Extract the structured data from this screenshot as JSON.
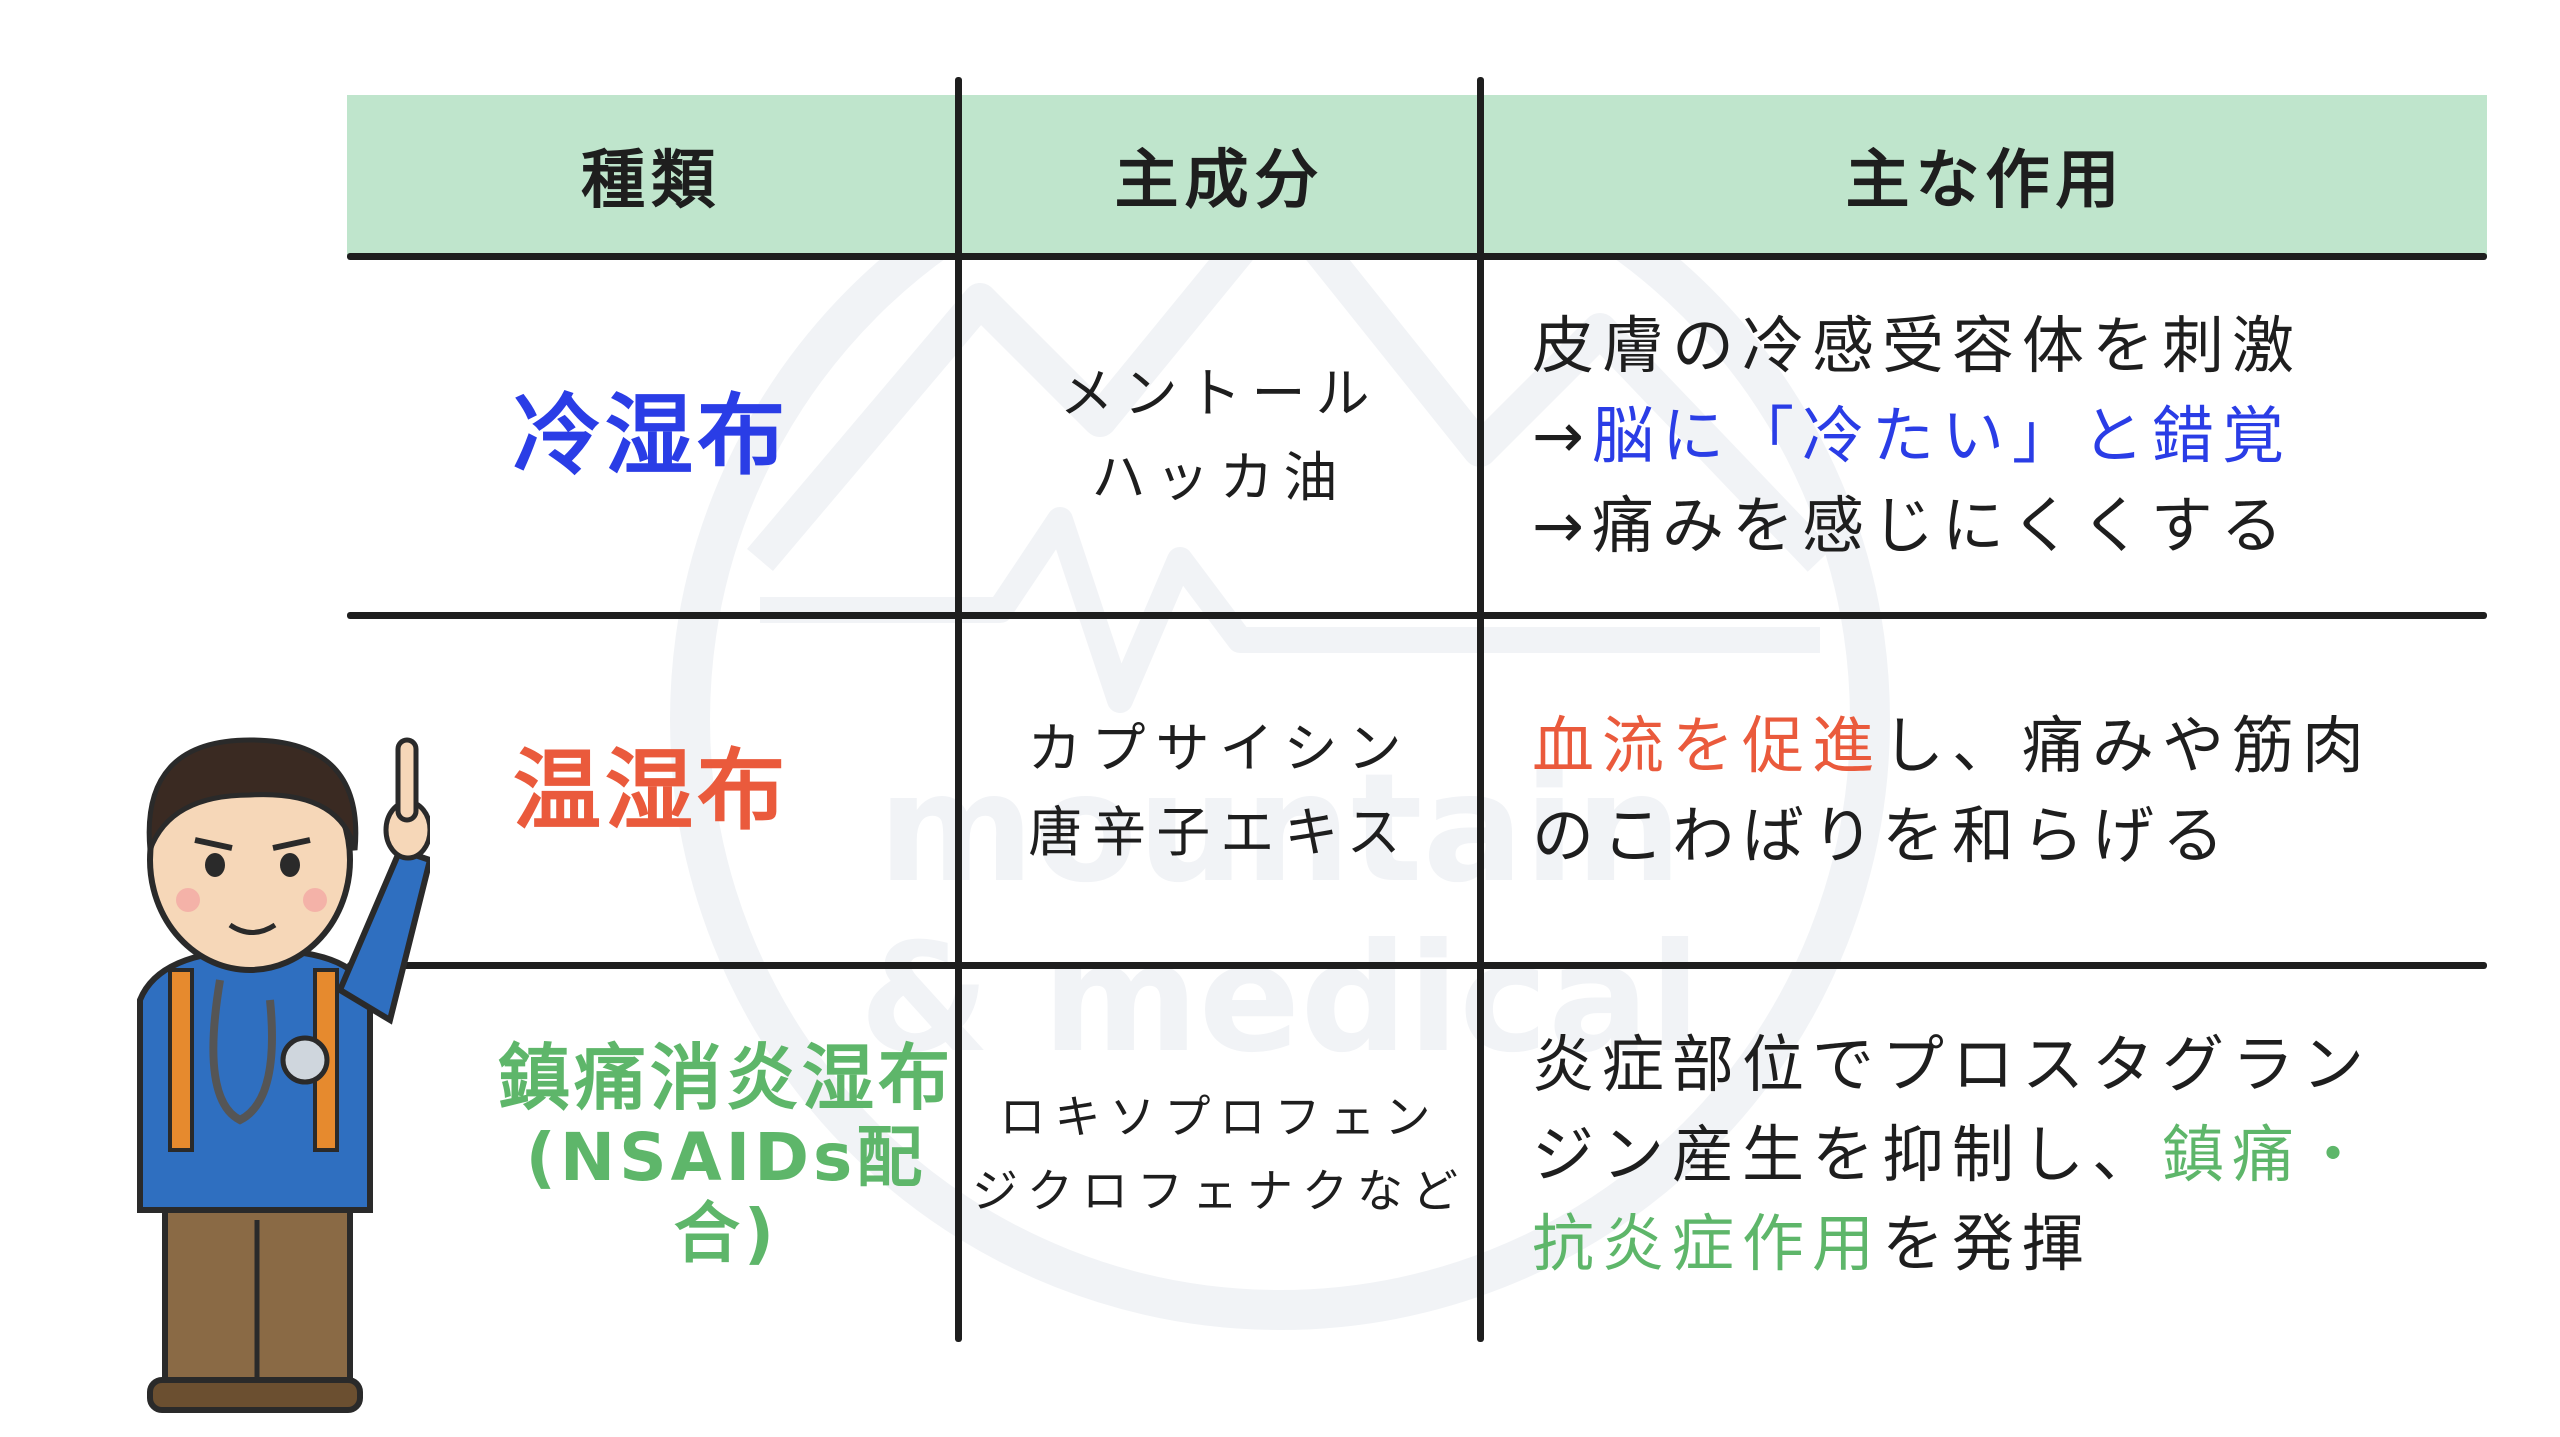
{
  "colors": {
    "header_bg": "#bfe5cc",
    "line": "#1e1e1e",
    "cold_blue": "#2a3de6",
    "warm_red": "#ea5a3c",
    "nsaid_green": "#5eb66a"
  },
  "watermark": {
    "line1": "mountain",
    "line2": "& medical"
  },
  "table": {
    "headers": [
      "種類",
      "主成分",
      "主な作用"
    ],
    "rows": [
      {
        "type": [
          "冷湿布"
        ],
        "ingredients": [
          "メントール",
          "ハッカ油"
        ],
        "effect": [
          [
            {
              "t": "皮膚の冷感受容体を刺激",
              "c": ""
            }
          ],
          [
            {
              "t": "→",
              "c": ""
            },
            {
              "t": "脳に「冷たい」と錯覚",
              "c": "blue"
            }
          ],
          [
            {
              "t": "→痛みを感じにくくする",
              "c": ""
            }
          ]
        ]
      },
      {
        "type": [
          "温湿布"
        ],
        "ingredients": [
          "カプサイシン",
          "唐辛子エキス"
        ],
        "effect": [
          [
            {
              "t": "血流を促進",
              "c": "red"
            },
            {
              "t": "し、痛みや筋肉",
              "c": ""
            }
          ],
          [
            {
              "t": "のこわばりを和らげる",
              "c": ""
            }
          ]
        ]
      },
      {
        "type": [
          "鎮痛消炎湿布",
          "(NSAIDs配合)"
        ],
        "ingredients": [
          "ロキソプロフェン",
          "ジクロフェナクなど"
        ],
        "effect": [
          [
            {
              "t": "炎症部位でプロスタグラン",
              "c": ""
            }
          ],
          [
            {
              "t": "ジン産生を抑制し、",
              "c": ""
            },
            {
              "t": "鎮痛・",
              "c": "green"
            }
          ],
          [
            {
              "t": "抗炎症作用",
              "c": "green"
            },
            {
              "t": "を発揮",
              "c": ""
            }
          ]
        ]
      }
    ]
  }
}
